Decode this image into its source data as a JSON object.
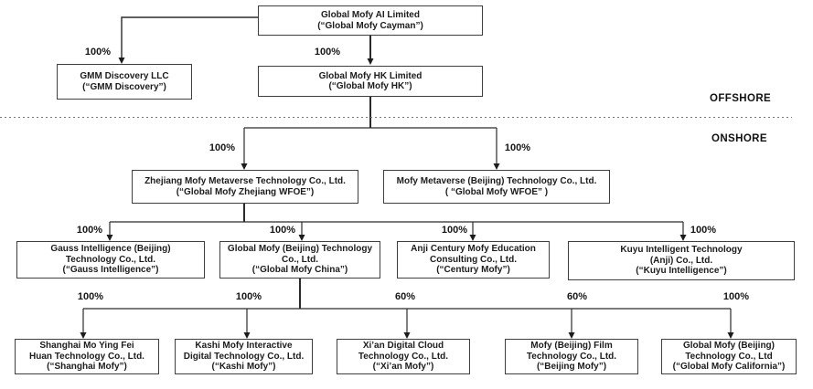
{
  "zones": {
    "offshore_label": "OFFSHORE",
    "onshore_label": "ONSHORE"
  },
  "colors": {
    "line": "#2b2b2b",
    "divider": "#777777",
    "box_border": "#3f3f3f",
    "text": "#1c1c1c",
    "background": "#ffffff"
  },
  "nodes": {
    "cayman": {
      "name": "Global Mofy AI Limited",
      "alias": "(“Global Mofy Cayman”)"
    },
    "gmm": {
      "name": "GMM Discovery LLC",
      "alias": "(“GMM Discovery”)"
    },
    "hk": {
      "name": "Global Mofy HK Limited",
      "alias": "(“Global Mofy HK”)"
    },
    "zhejiang": {
      "name": "Zhejiang Mofy Metaverse Technology Co., Ltd.",
      "alias": "(“Global Mofy Zhejiang WFOE”)"
    },
    "bjwfoe": {
      "name": "Mofy Metaverse (Beijing) Technology Co., Ltd.",
      "alias": "( “Global Mofy WFOE” )"
    },
    "gauss": {
      "name": "Gauss Intelligence (Beijing)\nTechnology Co., Ltd.",
      "alias": "(“Gauss Intelligence”)"
    },
    "china": {
      "name": "Global Mofy (Beijing) Technology\nCo., Ltd.",
      "alias": "(“Global Mofy China”)"
    },
    "century": {
      "name": "Anji Century Mofy Education\nConsulting Co., Ltd.",
      "alias": "(“Century Mofy”)"
    },
    "kuyu": {
      "name": "Kuyu Intelligent Technology\n(Anji) Co., Ltd.",
      "alias": "(“Kuyu Intelligence”)"
    },
    "shanghai": {
      "name": "Shanghai Mo Ying Fei\nHuan Technology Co., Ltd.",
      "alias": "(“Shanghai Mofy”)"
    },
    "kashi": {
      "name": "Kashi Mofy Interactive\nDigital Technology Co., Ltd.",
      "alias": "(“Kashi Mofy”)"
    },
    "xian": {
      "name": "Xi’an Digital Cloud\nTechnology Co., Ltd.",
      "alias": "(“Xi’an Mofy”)"
    },
    "bjfilm": {
      "name": "Mofy (Beijing) Film\nTechnology Co., Ltd.",
      "alias": "(“Beijing Mofy”)"
    },
    "california": {
      "name": "Global Mofy (Beijing)\nTechnology Co., Ltd",
      "alias": "(“Global Mofy California”)"
    }
  },
  "ownership": {
    "gmm": "100%",
    "hk": "100%",
    "zhejiang": "100%",
    "bjwfoe": "100%",
    "gauss": "100%",
    "china": "100%",
    "century": "100%",
    "kuyu": "100%",
    "shanghai": "100%",
    "kashi": "100%",
    "xian": "60%",
    "bjfilm": "60%",
    "california": "100%"
  }
}
